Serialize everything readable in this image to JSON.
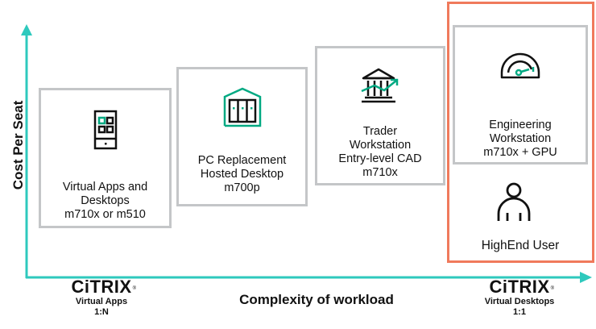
{
  "axes": {
    "y_label": "Cost Per Seat",
    "x_label": "Complexity of workload",
    "axis_color": "#2ec9bd"
  },
  "colors": {
    "accent_green": "#01a982",
    "highlight_border": "#f07a5c",
    "box_border": "#c4c6c8",
    "icon_stroke": "#111111"
  },
  "tiers": [
    {
      "icon": "tablet-apps-icon",
      "lines": [
        "Virtual Apps and",
        "Desktops",
        "m710x or m510"
      ]
    },
    {
      "icon": "server-house-icon",
      "lines": [
        "PC Replacement",
        "Hosted Desktop",
        "m700p"
      ]
    },
    {
      "icon": "bank-trend-icon",
      "lines": [
        "Trader",
        "Workstation",
        "Entry-level CAD",
        "m710x"
      ]
    },
    {
      "icon": "gauge-icon",
      "lines": [
        "Engineering",
        "Workstation",
        "m710x + GPU"
      ]
    }
  ],
  "highlight": {
    "icon": "user-icon",
    "label": "HighEnd User"
  },
  "citrix": {
    "left": {
      "logo": "CiTRIX",
      "reg": "®",
      "line1": "Virtual Apps",
      "line2": "1:N"
    },
    "right": {
      "logo": "CiTRIX",
      "reg": "®",
      "line1": "Virtual Desktops",
      "line2": "1:1"
    }
  }
}
